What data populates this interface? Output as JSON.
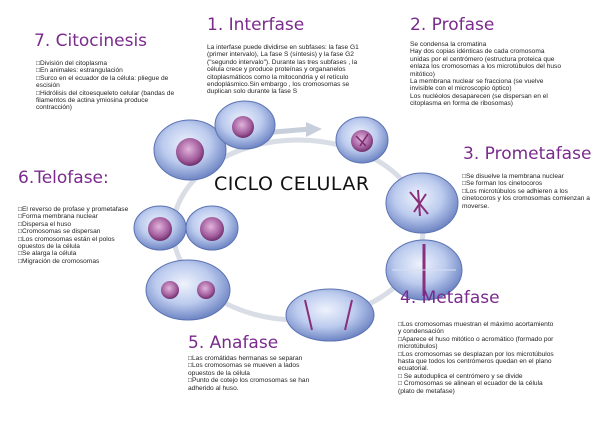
{
  "diagram": {
    "center_title": "CICLO CELULAR",
    "stages": [
      {
        "id": "interfase",
        "title": "1. Interfase",
        "text": "La interfase puede dividirse en subfases: la fase G1 (primer intervalo), La fase S (síntesis) y la fase G2 (\"segundo intervalo\"). Durante las tres subfases , la célula crece y produce proteínas y organanelos citoplasmáticos como la mitocondria y el retículo endoplásmico.Sin embargo , los cromosomas se duplican solo durante la fase S"
      },
      {
        "id": "profase",
        "title": "2. Profase",
        "text": "Se condensa la cromatina\nHay dos copias idénticas de cada cromosoma unidas por el centrómero (estructura proteica que enlaza los cromosomas a los microtúbulos del huso mitótico)\nLa membrana nuclear se fracciona (se vuelve invisible con el microscopio óptico)\nLos nucléolos desaparecen (se dispersan en el citoplasma en forma de ribosomas)"
      },
      {
        "id": "prometafase",
        "title": "3. Prometafase",
        "text": "□Se disuelve la membrana nuclear\n□Se forman los cinetocoros\n□Los microtúbulos se adhieren a los cinetocoros y los cromosomas comienzan a moverse."
      },
      {
        "id": "metafase",
        "title": "4. Metafase",
        "text": "□Los cromosomas muestran el máximo acortamiento y condensación\n□Aparece el huso mitótico o acromático (formado por microtúbulos)\n□Los cromosomas se desplazan por los microtúbulos hasta que todos los centrómeros quedan en el plano ecuatorial.\n□        Se autoduplica el centrómero y se divide\n□        Cromosomas se alinean el ecuador de la célula (plato de metafase)"
      },
      {
        "id": "anafase",
        "title": "5. Anafase",
        "text": "□Las cromátidas hermanas se separan\n□Los cromosomas se mueven a lados opuestos de la célula\n□Punto de cotejo los cromosomas se han adherido al huso."
      },
      {
        "id": "telofase",
        "title": "6.Telofase:",
        "text": "□El reverso de profase y prometafase\n□Forma membrana nuclear\n□Dispersa el huso\n□Cromosomas se dispersan\n□Los cromosomas están el polos opuestos de la célula\n□Se alarga la célula\n□Migración de cromosomas"
      },
      {
        "id": "citocinesis",
        "title": "7. Citocinesis",
        "text": "□División del citoplasma\n□En animales: estrangulación\n□Surco en el ecuador de la célula: pliegue de escisión\n□Hidrólisis del citoesqueleto celular (bandas de filamentos de actina ymiosina produce contracción)"
      }
    ],
    "colors": {
      "title": "#7a2a8c",
      "ring": "#d9dde6",
      "cell_body": "#b9c9ee",
      "nucleus": "#b06aa9",
      "chromosome": "#8a2f7c"
    }
  }
}
